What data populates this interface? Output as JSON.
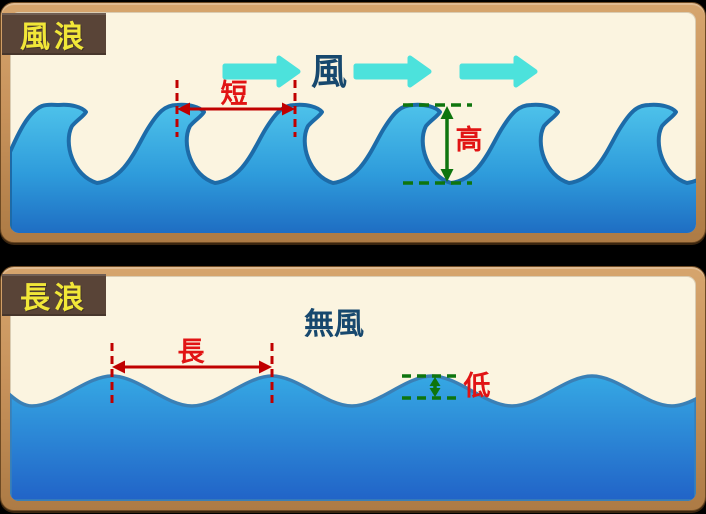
{
  "panels": {
    "top": {
      "title": "風浪",
      "wind_label": "風",
      "wavelength_label": "短",
      "height_label": "高"
    },
    "bottom": {
      "title": "長浪",
      "wind_label": "無風",
      "wavelength_label": "長",
      "height_label": "低"
    }
  },
  "colors": {
    "background": "#000000",
    "frame_wood": "#C8935C",
    "panel_paper": "#FBF4E0",
    "badge_bg": "#594437",
    "badge_text": "#F1E738",
    "wind_arrow": "#4CE2DC",
    "wind_text": "#17486E",
    "measure_red_line": "#C00000",
    "measure_red_label": "#E11414",
    "measure_green_line": "#0E750E",
    "wave_fill_light": "#4FC4EB",
    "wave_fill_deep": "#1E6CC2",
    "wave_outline_top_panel": "#1D6BA8",
    "wave_outline_bottom_panel": "#3A80B6"
  }
}
